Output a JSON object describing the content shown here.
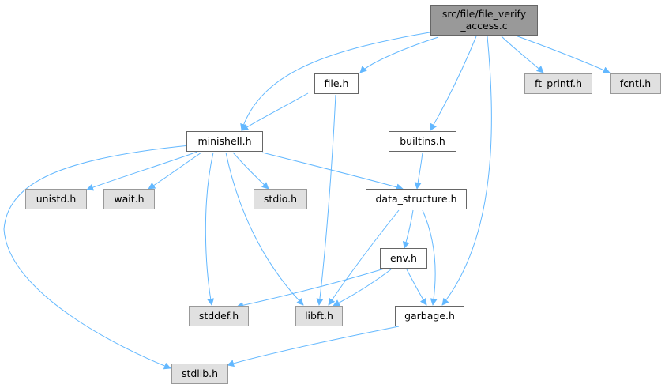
{
  "colors": {
    "edge": "#63b8ff",
    "root_fill": "#999999",
    "header_fill": "#ffffff",
    "system_fill": "#e0e0e0"
  },
  "nodes": {
    "root": "src/file/file_verify\n_access.c",
    "file_h": "file.h",
    "ft_printf_h": "ft_printf.h",
    "fcntl_h": "fcntl.h",
    "minishell_h": "minishell.h",
    "builtins_h": "builtins.h",
    "unistd_h": "unistd.h",
    "wait_h": "wait.h",
    "stdio_h": "stdio.h",
    "data_structure_h": "data_structure.h",
    "env_h": "env.h",
    "stddef_h": "stddef.h",
    "libft_h": "libft.h",
    "garbage_h": "garbage.h",
    "stdlib_h": "stdlib.h"
  },
  "edges": [
    [
      "root",
      "file_h"
    ],
    [
      "root",
      "minishell_h"
    ],
    [
      "root",
      "builtins_h"
    ],
    [
      "root",
      "garbage_h"
    ],
    [
      "root",
      "ft_printf_h"
    ],
    [
      "root",
      "fcntl_h"
    ],
    [
      "file_h",
      "minishell_h"
    ],
    [
      "file_h",
      "libft_h"
    ],
    [
      "minishell_h",
      "stdlib_h"
    ],
    [
      "minishell_h",
      "unistd_h"
    ],
    [
      "minishell_h",
      "wait_h"
    ],
    [
      "minishell_h",
      "stddef_h"
    ],
    [
      "minishell_h",
      "libft_h"
    ],
    [
      "minishell_h",
      "stdio_h"
    ],
    [
      "minishell_h",
      "data_structure_h"
    ],
    [
      "builtins_h",
      "data_structure_h"
    ],
    [
      "data_structure_h",
      "libft_h"
    ],
    [
      "data_structure_h",
      "env_h"
    ],
    [
      "data_structure_h",
      "garbage_h"
    ],
    [
      "env_h",
      "stddef_h"
    ],
    [
      "env_h",
      "libft_h"
    ],
    [
      "env_h",
      "garbage_h"
    ],
    [
      "garbage_h",
      "stdlib_h"
    ]
  ]
}
